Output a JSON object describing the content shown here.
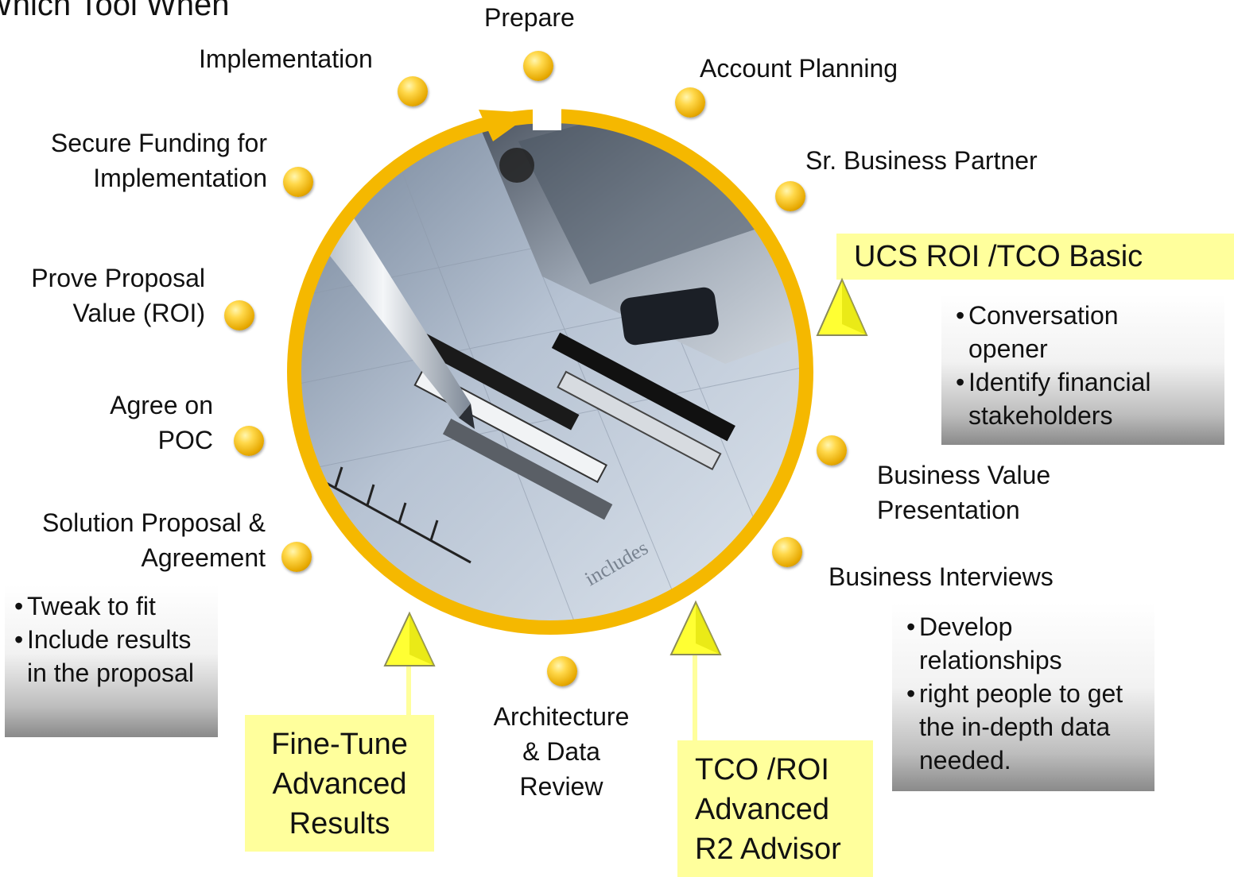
{
  "title": "Which Tool When",
  "stages": {
    "prepare": "Prepare",
    "account_planning": "Account Planning",
    "sr_business_partner": "Sr. Business Partner",
    "business_value_presentation": [
      "Business Value",
      "Presentation"
    ],
    "business_interviews": "Business Interviews",
    "architecture_data_review": [
      "Architecture",
      "& Data",
      "Review"
    ],
    "solution_proposal": [
      "Solution Proposal &",
      "Agreement"
    ],
    "agree_on_poc": [
      "Agree on",
      "POC"
    ],
    "prove_proposal_value": [
      "Prove Proposal",
      "Value (ROI)"
    ],
    "secure_funding": [
      "Secure Funding for",
      "Implementation"
    ],
    "implementation": "Implementation"
  },
  "tools": {
    "ucs_basic": "UCS ROI /TCO Basic",
    "fine_tune": [
      "Fine-Tune",
      "Advanced",
      "Results"
    ],
    "tco_advanced": [
      "TCO /ROI",
      "Advanced",
      "R2 Advisor"
    ]
  },
  "callouts": {
    "ucs_basic": [
      "Conversation opener",
      "Identify financial stakeholders"
    ],
    "business_interviews": [
      "Develop relationships",
      "right people to get the in-depth data needed."
    ],
    "solution_proposal": [
      "Tweak to fit",
      "Include results in the proposal"
    ]
  },
  "colors": {
    "ring": "#f5b800",
    "dot": "#f0c020",
    "tool_box": "#ffff9c",
    "triangle": "#ffff33"
  }
}
